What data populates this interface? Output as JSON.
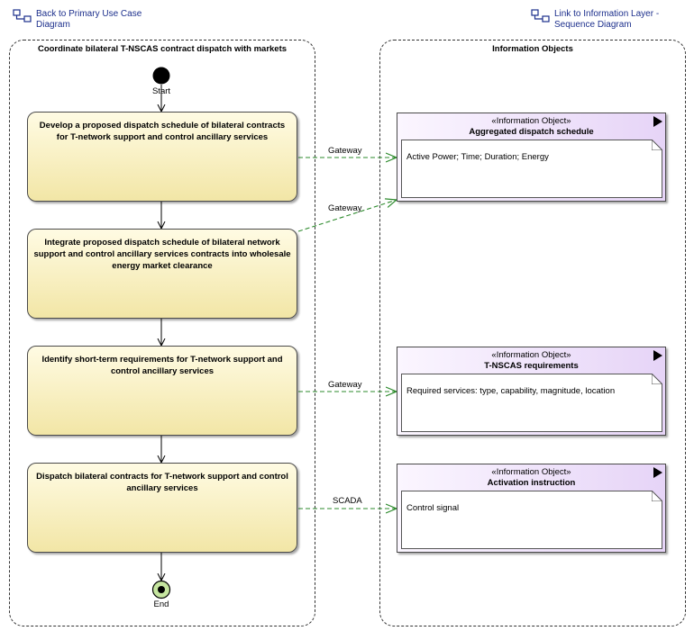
{
  "links": {
    "back": "Back to Primary Use Case Diagram",
    "back_line1": "Back to Primary Use Case",
    "back_line2": "Diagram",
    "info": "Link to Information Layer - Sequence Diagram",
    "info_line1": "Link to Information Layer -",
    "info_line2": "Sequence Diagram"
  },
  "lanes": {
    "left_title": "Coordinate bilateral T-NSCAS contract dispatch with markets",
    "right_title": "Information Objects"
  },
  "nodes": {
    "start": "Start",
    "end": "End"
  },
  "activities": [
    {
      "text": "Develop a proposed dispatch schedule of bilateral contracts for T-network support and control ancillary services"
    },
    {
      "text": "Integrate proposed dispatch schedule of bilateral network support and control ancillary services contracts into wholesale energy market clearance"
    },
    {
      "text": "Identify short-term requirements for T-network support and control ancillary services"
    },
    {
      "text": "Dispatch bilateral contracts for T-network support and control ancillary services"
    }
  ],
  "objects": [
    {
      "stereotype": "«Information Object»",
      "name": "Aggregated dispatch schedule",
      "attributes": "Active Power; Time; Duration; Energy"
    },
    {
      "stereotype": "«Information Object»",
      "name": "T-NSCAS requirements",
      "attributes": "Required services: type, capability, magnitude, location"
    },
    {
      "stereotype": "«Information Object»",
      "name": "Activation instruction",
      "attributes": "Control signal"
    }
  ],
  "connectors": [
    "Gateway",
    "Gateway",
    "Gateway",
    "SCADA"
  ],
  "colors": {
    "activity_fill": "#f5ebb5",
    "object_fill": "#e6d4f7",
    "flow_arrow": "#2e8b2e",
    "link_text": "#1c2f8c",
    "end_fill": "#c6e6a0"
  }
}
